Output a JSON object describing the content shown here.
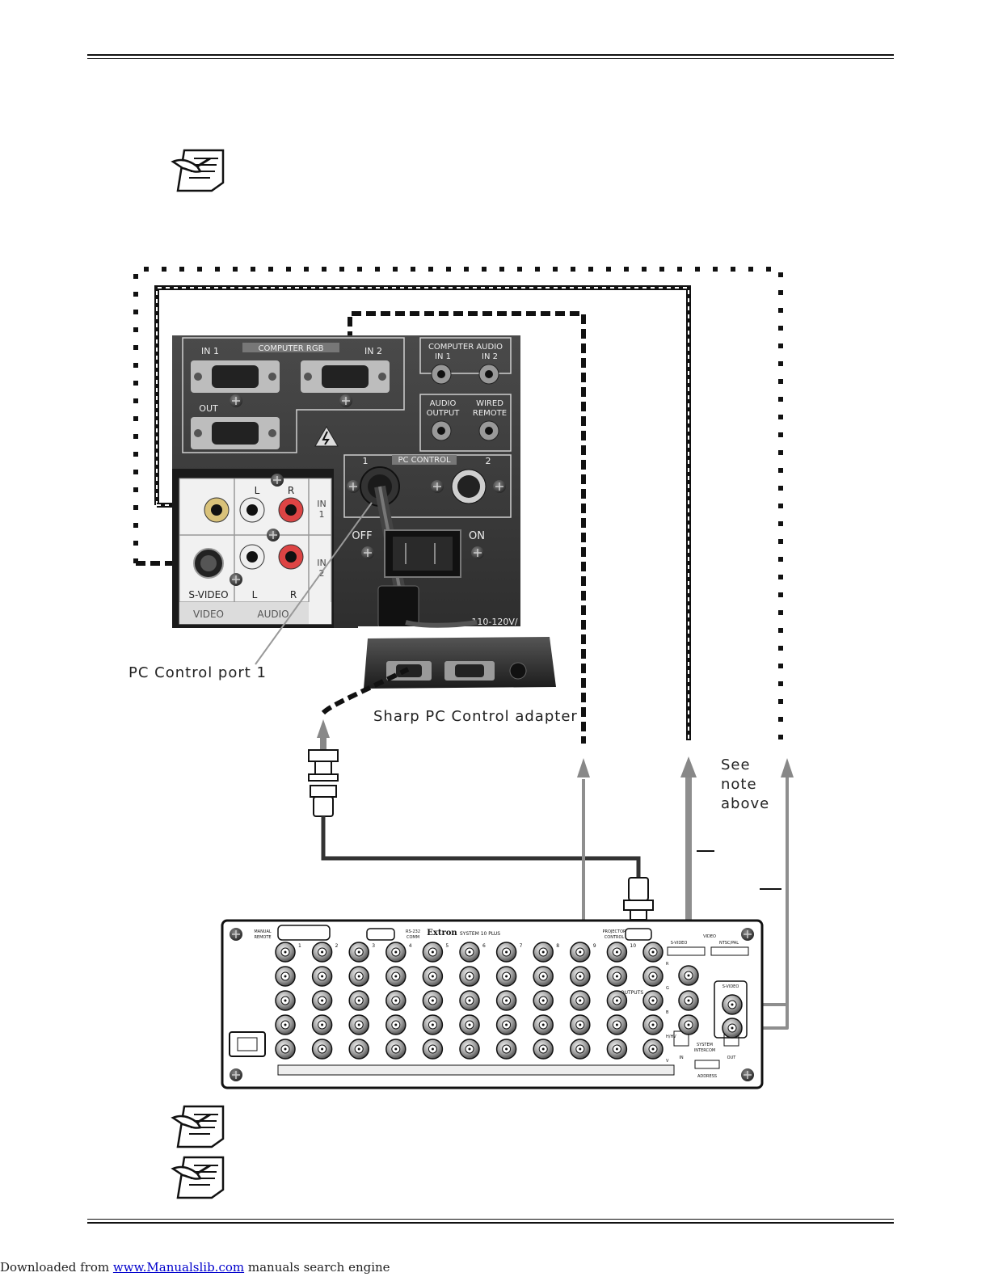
{
  "projector_panel": {
    "computer_rgb_label": "COMPUTER RGB",
    "in1_label": "IN 1",
    "in2_label": "IN 2",
    "out_label": "OUT",
    "computer_audio_label": "COMPUTER AUDIO",
    "audio_in1_label": "IN 1",
    "audio_in2_label": "IN 2",
    "audio_output_label": [
      "AUDIO",
      "OUTPUT"
    ],
    "wired_remote_label": [
      "WIRED",
      "REMOTE"
    ],
    "pc_control_label": "PC CONTROL",
    "pc_port1_label": "1",
    "pc_port2_label": "2",
    "off_label": "OFF",
    "on_label": "ON",
    "l_label": "L",
    "r_label": "R",
    "in_label": "IN",
    "in_num_1": "1",
    "in_num_2": "2",
    "svideo_label": "S-VIDEO",
    "video_label": "VIDEO",
    "audio_label": "AUDIO",
    "power_label": "110-120V/"
  },
  "labels": {
    "pc_control_port": "PC Control port 1",
    "sharp_adapter": "Sharp PC Control adapter",
    "see_note": [
      "See",
      "note",
      "above"
    ]
  },
  "switcher": {
    "brand": "Extron",
    "model": "SYSTEM 10 PLUS",
    "manual_remote": [
      "MANUAL",
      "REMOTE"
    ],
    "rs232": [
      "RS-232",
      "COMM"
    ],
    "projector_control": [
      "PROJECTOR",
      "CONTROL"
    ],
    "video_label": "VIDEO",
    "svideo_label": "S-VIDEO",
    "ntsc_label": "NTSC/PAL",
    "outputs_label": "OUTPUTS",
    "system_intercom": [
      "SYSTEM",
      "INTERCOM"
    ],
    "in_label": "IN",
    "out_label": "OUT",
    "address_label": "ADDRESS",
    "input_numbers": [
      "1",
      "2",
      "3",
      "4",
      "5",
      "6",
      "7",
      "8",
      "9",
      "10"
    ],
    "row_labels": [
      "R",
      "G",
      "B",
      "H/HV",
      "V"
    ]
  },
  "footer": {
    "prefix": "Downloaded from ",
    "link": "www.Manualslib.com",
    "suffix": " manuals search engine"
  }
}
